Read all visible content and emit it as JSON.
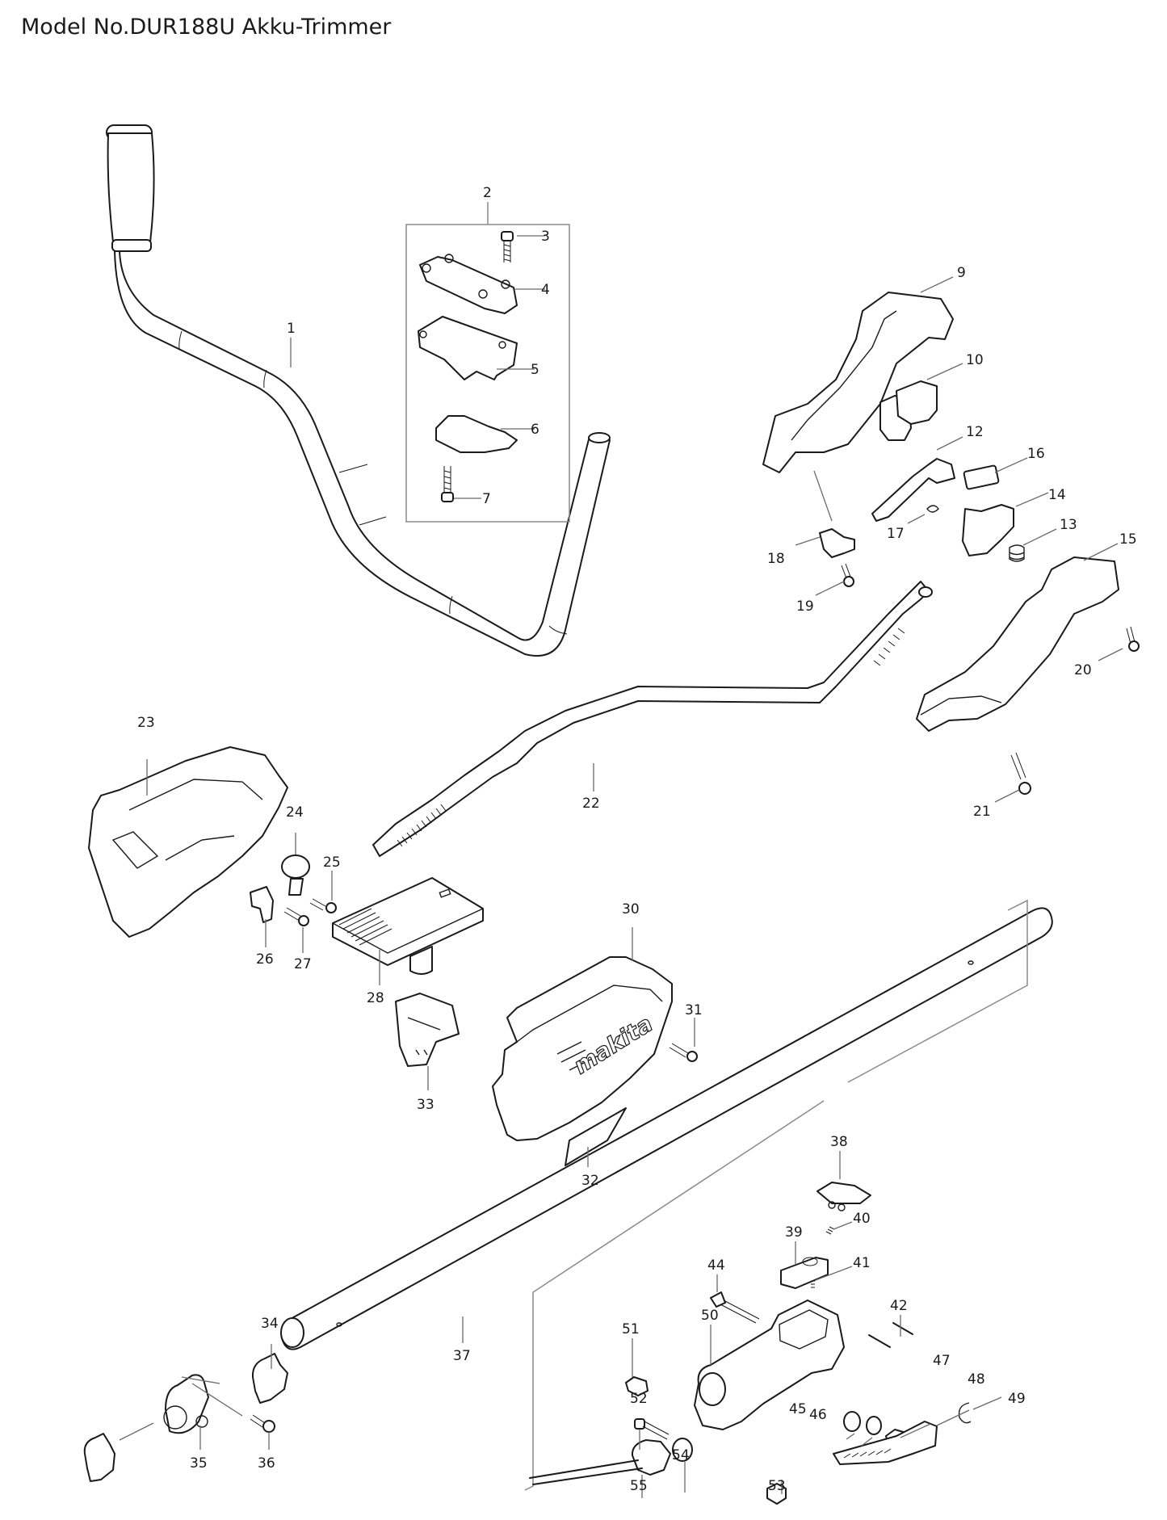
{
  "title": "Model No.DUR188U Akku-Trimmer",
  "diagram": {
    "type": "exploded-parts-view",
    "brand_logo_text": "makita",
    "callouts": [
      {
        "id": "c1",
        "number": "1",
        "part": "loop-handle"
      },
      {
        "id": "c2",
        "number": "2",
        "part": "handle-clamp-set"
      },
      {
        "id": "c3",
        "number": "3",
        "part": "hex-socket-bolt"
      },
      {
        "id": "c4",
        "number": "4",
        "part": "clamp-top"
      },
      {
        "id": "c5",
        "number": "5",
        "part": "clamp-middle"
      },
      {
        "id": "c6",
        "number": "6",
        "part": "clamp-bottom"
      },
      {
        "id": "c7",
        "number": "7",
        "part": "hex-socket-bolt"
      },
      {
        "id": "c9",
        "number": "9",
        "part": "handle-housing-left"
      },
      {
        "id": "c10",
        "number": "10",
        "part": "switch-cover"
      },
      {
        "id": "c12",
        "number": "12",
        "part": "switch-lever"
      },
      {
        "id": "c13",
        "number": "13",
        "part": "compression-spring"
      },
      {
        "id": "c14",
        "number": "14",
        "part": "lock-off-lever"
      },
      {
        "id": "c15",
        "number": "15",
        "part": "handle-housing-right"
      },
      {
        "id": "c16",
        "number": "16",
        "part": "switch"
      },
      {
        "id": "c17",
        "number": "17",
        "part": "torsion-spring"
      },
      {
        "id": "c18",
        "number": "18",
        "part": "strap-holder"
      },
      {
        "id": "c19",
        "number": "19",
        "part": "tapping-screw"
      },
      {
        "id": "c20",
        "number": "20",
        "part": "tapping-screw"
      },
      {
        "id": "c21",
        "number": "21",
        "part": "tapping-screw"
      },
      {
        "id": "c22",
        "number": "22",
        "part": "shaft-cord"
      },
      {
        "id": "c23",
        "number": "23",
        "part": "housing-set"
      },
      {
        "id": "c24",
        "number": "24",
        "part": "pipe-clamp"
      },
      {
        "id": "c25",
        "number": "25",
        "part": "tapping-screw"
      },
      {
        "id": "c26",
        "number": "26",
        "part": "cord-holder"
      },
      {
        "id": "c27",
        "number": "27",
        "part": "tapping-screw"
      },
      {
        "id": "c28",
        "number": "28",
        "part": "controller"
      },
      {
        "id": "c30",
        "number": "30",
        "part": "housing-cover"
      },
      {
        "id": "c31",
        "number": "31",
        "part": "tapping-screw"
      },
      {
        "id": "c32",
        "number": "32",
        "part": "name-plate"
      },
      {
        "id": "c33",
        "number": "33",
        "part": "terminal"
      },
      {
        "id": "c34",
        "number": "34",
        "part": "rubber-sleeve"
      },
      {
        "id": "c35",
        "number": "35",
        "part": "pipe-clamp-bracket"
      },
      {
        "id": "c36",
        "number": "36",
        "part": "hex-socket-bolt"
      },
      {
        "id": "c37",
        "number": "37",
        "part": "pipe"
      },
      {
        "id": "c38",
        "number": "38",
        "part": "lock-button"
      },
      {
        "id": "c39",
        "number": "39",
        "part": "lock-plate"
      },
      {
        "id": "c40",
        "number": "40",
        "part": "compression-spring"
      },
      {
        "id": "c41",
        "number": "41",
        "part": "compression-spring"
      },
      {
        "id": "c42",
        "number": "42",
        "part": "pin"
      },
      {
        "id": "c44",
        "number": "44",
        "part": "hex-bolt"
      },
      {
        "id": "c45",
        "number": "45",
        "part": "flat-washer"
      },
      {
        "id": "c46",
        "number": "46",
        "part": "o-ring"
      },
      {
        "id": "c47",
        "number": "47",
        "part": "sleeve"
      },
      {
        "id": "c48",
        "number": "48",
        "part": "lever"
      },
      {
        "id": "c49",
        "number": "49",
        "part": "retaining-ring-e"
      },
      {
        "id": "c50",
        "number": "50",
        "part": "joint-housing"
      },
      {
        "id": "c51",
        "number": "51",
        "part": "hex-socket-bolt"
      },
      {
        "id": "c52",
        "number": "52",
        "part": "hex-socket-bolt"
      },
      {
        "id": "c53",
        "number": "53",
        "part": "hex-nut"
      },
      {
        "id": "c54",
        "number": "54",
        "part": "o-ring"
      },
      {
        "id": "c55",
        "number": "55",
        "part": "shaft-joint"
      }
    ]
  }
}
